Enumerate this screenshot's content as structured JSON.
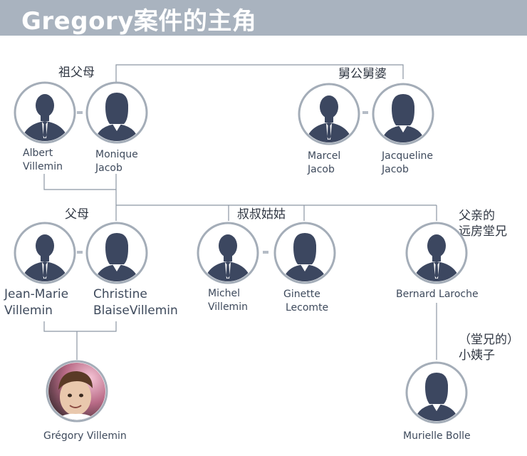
{
  "title": "Gregory案件的主角",
  "groups": {
    "grandparents": "祖父母",
    "granduncle": "舅公舅婆",
    "parents": "父母",
    "uncles": "叔叔姑姑",
    "cousin_line1": "父亲的",
    "cousin_line2": "远房堂兄",
    "sister_line1": "（堂兄的）",
    "sister_line2": "小姨子"
  },
  "people": {
    "albert": {
      "first": "Albert",
      "last": "Villemin"
    },
    "monique": {
      "first": "Monique",
      "last": "Jacob"
    },
    "marcel": {
      "first": "Marcel",
      "last": "Jacob"
    },
    "jacqueline": {
      "first": "Jacqueline",
      "last": "Jacob"
    },
    "jeanmarie": {
      "first": "Jean-Marie",
      "last": "Villemin"
    },
    "christine": {
      "first": "Christine",
      "last": "BlaiseVillemin"
    },
    "michel": {
      "first": "Michel",
      "last": "Villemin"
    },
    "ginette": {
      "first": "Ginette",
      "last": "Lecomte"
    },
    "bernard": {
      "name": "Bernard Laroche"
    },
    "gregory": {
      "name": "Grégory Villemin"
    },
    "murielle": {
      "name": "Murielle Bolle"
    }
  },
  "icons": {
    "male": "male-silhouette-icon",
    "female": "female-silhouette-icon",
    "photo": "child-photo"
  },
  "colors": {
    "title_bar": "#a9b3bf",
    "silhouette": "#3c4760",
    "circle_border": "#a4adb8",
    "line": "#8c96a3"
  }
}
